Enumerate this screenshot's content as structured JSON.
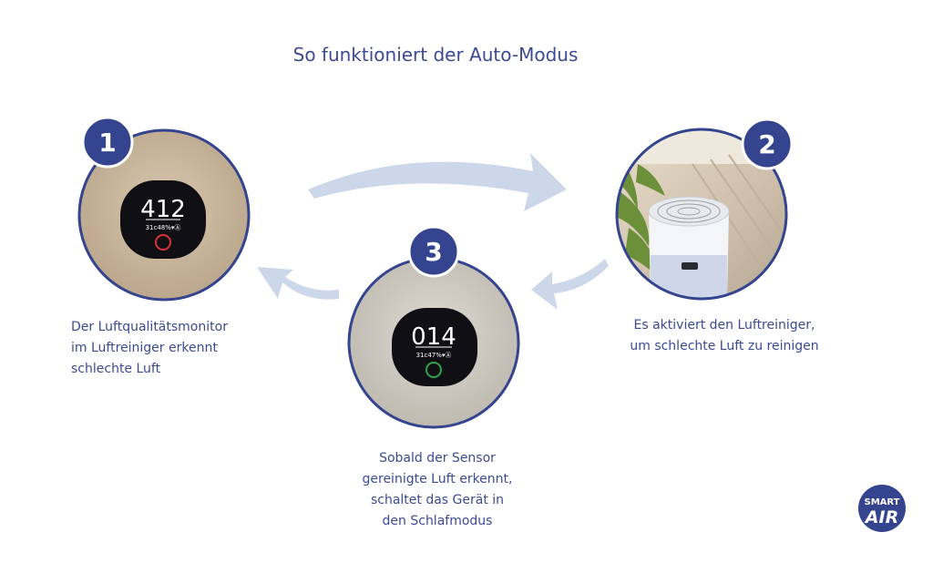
{
  "title": "So funktioniert der Auto-Modus",
  "steps": [
    {
      "number": "1",
      "reading": "412",
      "subreading": "31c48%▾Ⓐ",
      "ring_color": "#d9333a",
      "caption": [
        "Der Luftqualitätsmonitor",
        "im Luftreiniger erkennt",
        "schlechte Luft"
      ]
    },
    {
      "number": "2",
      "caption": [
        "Es aktiviert den Luftreiniger,",
        "um schlechte Luft zu reinigen"
      ]
    },
    {
      "number": "3",
      "reading": "014",
      "subreading": "31c47%▾Ⓐ",
      "ring_color": "#2ea34a",
      "caption": [
        "Sobald der Sensor",
        "gereinigte Luft erkennt,",
        "schaltet das Gerät in",
        "den Schlafmodus"
      ]
    }
  ],
  "logo": {
    "line1": "SMART",
    "line2": "AIR"
  },
  "colors": {
    "navy": "#34448e",
    "arrow": "#cdd7ea",
    "device_face": "#cdbba4",
    "device_face_3": "#d4d0c8"
  }
}
